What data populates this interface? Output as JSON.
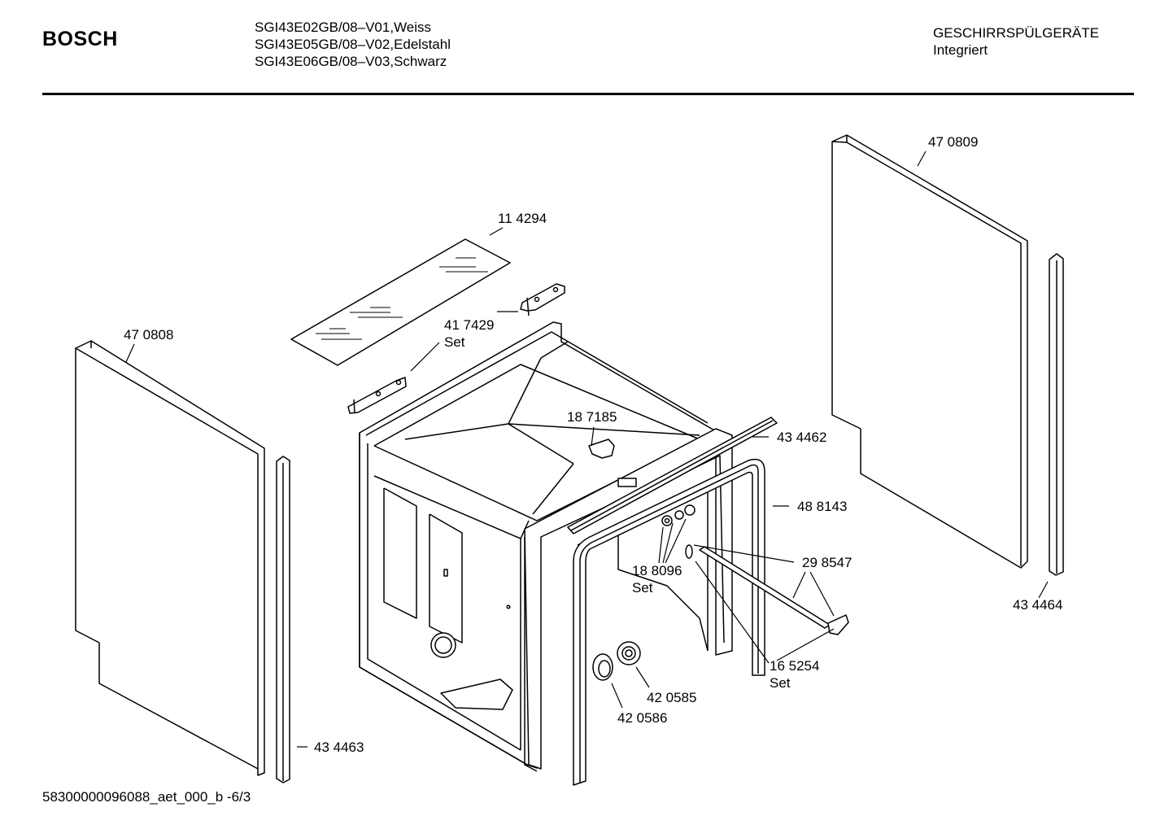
{
  "header": {
    "brand": "BOSCH",
    "models": [
      "SGI43E02GB/08–V01,Weiss",
      "SGI43E05GB/08–V02,Edelstahl",
      "SGI43E06GB/08–V03,Schwarz"
    ],
    "category_line1": "GESCHIRRSPÜLGERÄTE",
    "category_line2": "Integriert"
  },
  "parts": {
    "p_470809": "47 0809",
    "p_114294": "11 4294",
    "p_470808": "47 0808",
    "p_417429": "41 7429",
    "p_417429_note": "Set",
    "p_187185": "18 7185",
    "p_434462": "43 4462",
    "p_488143": "48 8143",
    "p_298547": "29 8547",
    "p_188096": "18 8096",
    "p_188096_note": "Set",
    "p_434464": "43 4464",
    "p_165254": "16 5254",
    "p_165254_note": "Set",
    "p_420585": "42 0585",
    "p_420586": "42 0586",
    "p_434463": "43 4463"
  },
  "footer": {
    "doc_id": "58300000096088_aet_000_b  -6/3"
  }
}
